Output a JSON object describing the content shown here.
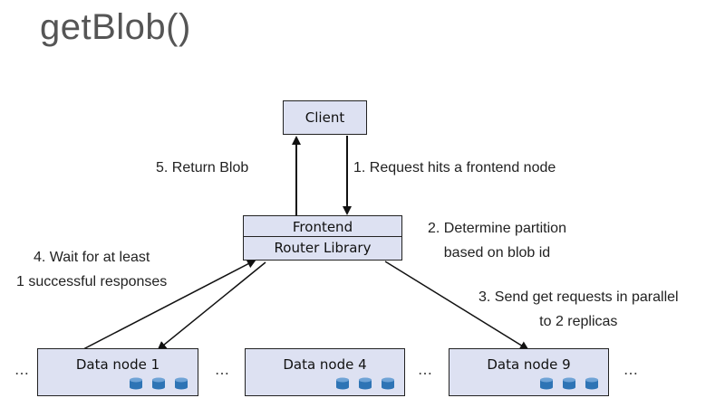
{
  "title": "getBlob()",
  "nodes": {
    "client": "Client",
    "frontend": "Frontend",
    "router": "Router Library",
    "data_nodes": [
      "Data node 1",
      "Data node 4",
      "Data node 9"
    ]
  },
  "annotations": {
    "step1": "1. Request hits a frontend node",
    "step2_line1": "2. Determine partition",
    "step2_line2": "based on blob id",
    "step3_line1": "3. Send get requests in parallel",
    "step3_line2": "to 2 replicas",
    "step4_line1": "4. Wait for at least",
    "step4_line2": "1 successful responses",
    "step5": "5. Return Blob"
  },
  "ellipsis": "…",
  "icons": {
    "data_store": "database-cylinder-icon"
  },
  "colors": {
    "box_fill": "#dde1f2",
    "cylinder_fill": "#2e74b5"
  }
}
